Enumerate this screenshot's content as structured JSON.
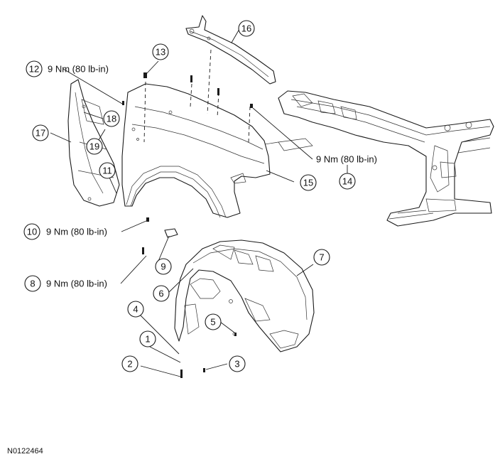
{
  "figure_id": "N0122464",
  "torque_spec": "9 Nm (80 lb-in)",
  "callouts": {
    "c1": "1",
    "c2": "2",
    "c3": "3",
    "c4": "4",
    "c5": "5",
    "c6": "6",
    "c7": "7",
    "c8": "8",
    "c9": "9",
    "c10": "10",
    "c11": "11",
    "c12": "12",
    "c13": "13",
    "c14": "14",
    "c15": "15",
    "c16": "16",
    "c17": "17",
    "c18": "18",
    "c19": "19"
  }
}
